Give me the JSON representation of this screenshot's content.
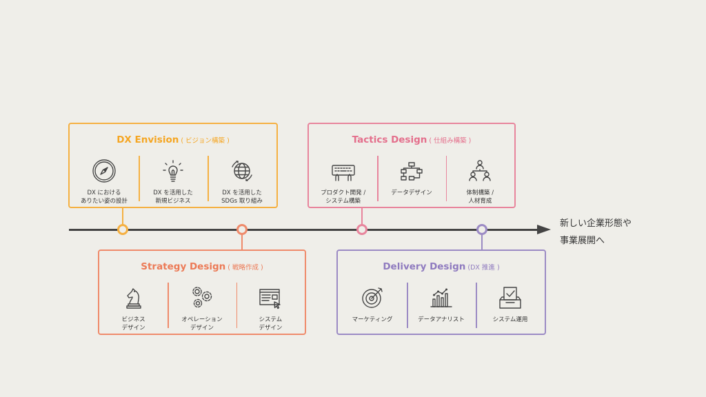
{
  "colors": {
    "envision": "#f5b041",
    "strategy": "#ef8a6a",
    "tactics": "#e8849c",
    "delivery": "#9b8ac4",
    "timeline": "#444444"
  },
  "result_text": "新しい企業形態や\n事業展開へ",
  "cards": {
    "envision": {
      "title": "DX Envision",
      "subtitle": "( ビジョン構築 )",
      "items": [
        {
          "icon": "compass-icon",
          "label": "DX における\nありたい姿の設計"
        },
        {
          "icon": "lightbulb-icon",
          "label": "DX を活用した\n新規ビジネス"
        },
        {
          "icon": "globe-icon",
          "label": "DX を活用した\nSDGs 取り組み"
        }
      ]
    },
    "tactics": {
      "title": "Tactics Design",
      "subtitle": "( 仕組み構築 )",
      "items": [
        {
          "icon": "keyboard-hands-icon",
          "label": "プロダクト開発 /\nシステム構築"
        },
        {
          "icon": "hierarchy-icon",
          "label": "データデザイン"
        },
        {
          "icon": "team-structure-icon",
          "label": "体制構築 /\n人材育成"
        }
      ]
    },
    "strategy": {
      "title": "Strategy Design",
      "subtitle": "( 戦略作成 )",
      "items": [
        {
          "icon": "chess-knight-icon",
          "label": "ビジネス\nデザイン"
        },
        {
          "icon": "gears-icon",
          "label": "オペレーション\nデザイン"
        },
        {
          "icon": "browser-cursor-icon",
          "label": "システム\nデザイン"
        }
      ]
    },
    "delivery": {
      "title": "Delivery Design",
      "subtitle": "(DX 推進 )",
      "items": [
        {
          "icon": "target-icon",
          "label": "マーケティング"
        },
        {
          "icon": "analytics-chart-icon",
          "label": "データアナリスト"
        },
        {
          "icon": "ballot-box-icon",
          "label": "システム運用"
        }
      ]
    }
  }
}
